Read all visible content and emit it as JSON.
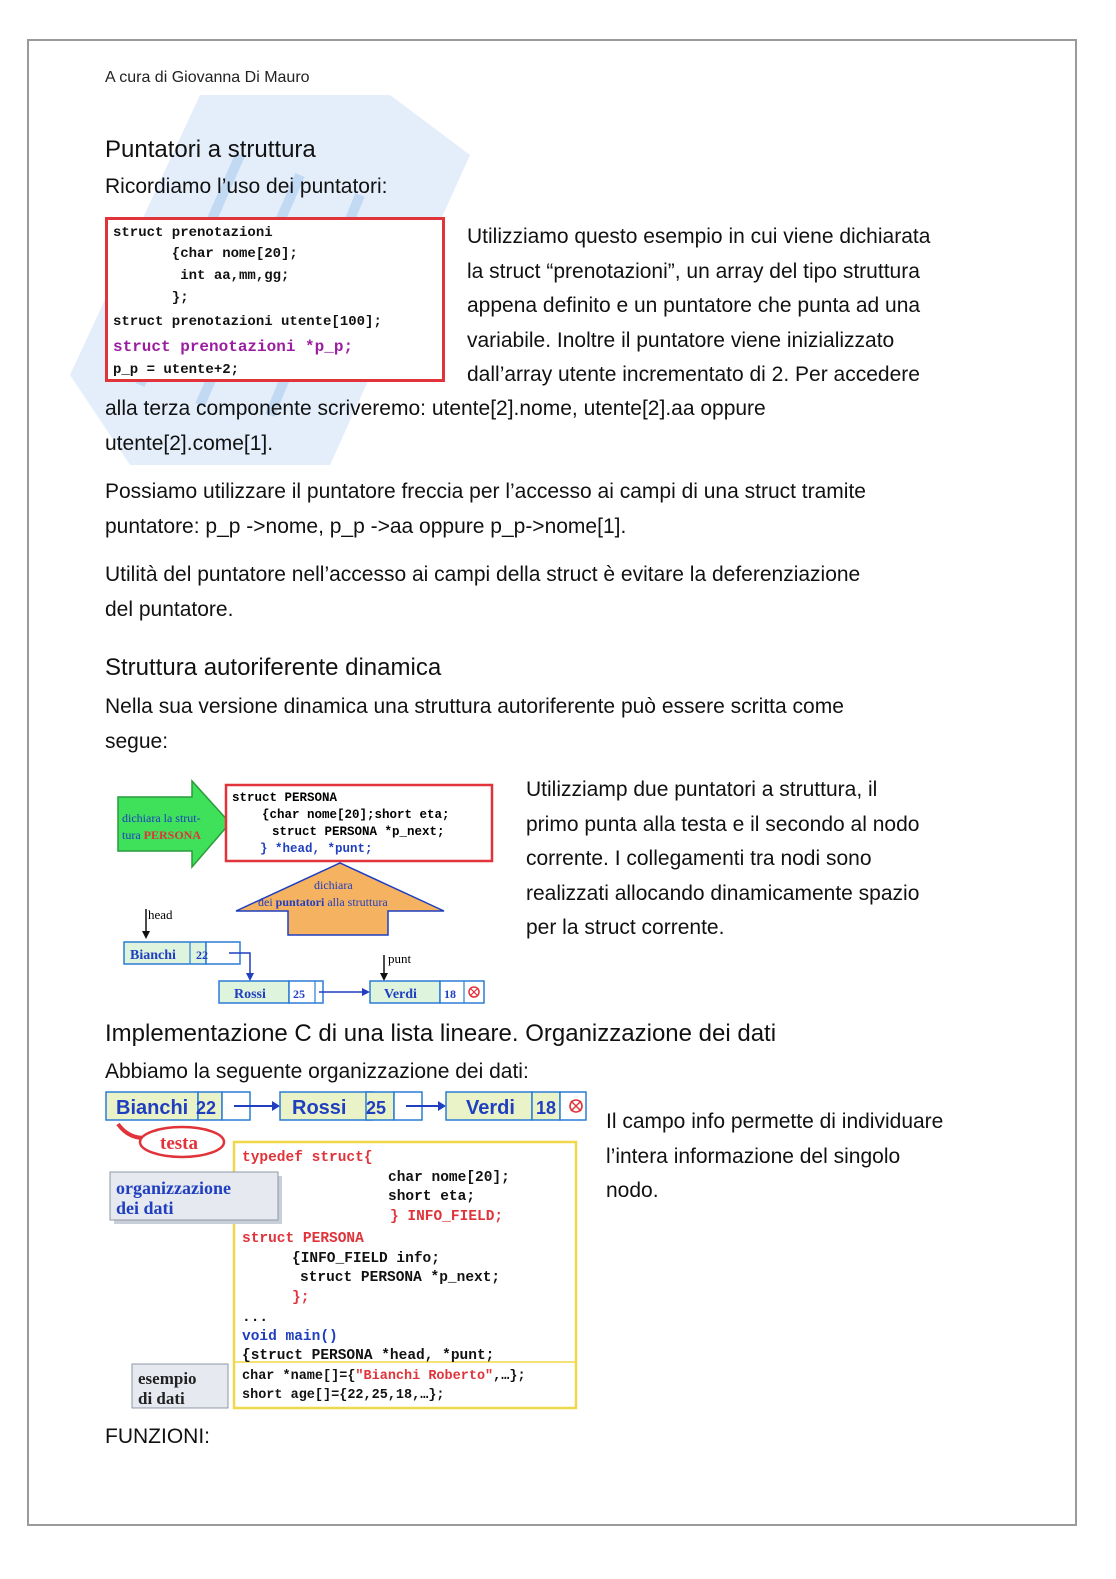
{
  "header": {
    "author": "A cura di Giovanna Di Mauro"
  },
  "section1": {
    "title": "Puntatori a struttura",
    "intro": "Ricordiamo l’uso dei puntatori:",
    "code": [
      "struct prenotazioni",
      "       {char nome[20];",
      "        int aa,mm,gg;",
      "       };",
      "struct prenotazioni utente[100];",
      "struct prenotazioni *p_p;",
      "p_p = utente+2;"
    ],
    "side_lines": [
      "Utilizziamo questo esempio in cui viene dichiarata",
      "la struct “prenotazioni”, un array del tipo struttura",
      "appena definito e un puntatore che punta ad una",
      "variabile. Inoltre il puntatore viene inizializzato",
      "dall’array utente incrementato di 2. Per accedere"
    ],
    "full_lines": [
      "alla terza componente scriveremo: utente[2].nome, utente[2].aa oppure",
      "utente[2].come[1]."
    ],
    "para2_lines": [
      "Possiamo utilizzare il puntatore freccia per l’accesso ai campi di una struct tramite",
      "puntatore: p_p ->nome, p_p ->aa oppure p_p->nome[1]."
    ],
    "para3_lines": [
      "Utilità del puntatore nell’accesso ai campi della struct è evitare la deferenziazione",
      "del puntatore."
    ]
  },
  "section2": {
    "title": "Struttura autoriferente dinamica",
    "intro_lines": [
      "Nella sua versione dinamica una struttura autoriferente può essere scritta come",
      "segue:"
    ],
    "side_lines": [
      "Utilizziamp due puntatori a struttura, il",
      "primo punta alla testa e il secondo al nodo",
      "corrente. I collegamenti tra nodi sono",
      "realizzati allocando dinamicamente spazio",
      "per la struct corrente."
    ],
    "diagram": {
      "arrow_label_1": "dichiara la strut-",
      "arrow_label_2a": "tura ",
      "arrow_label_2b": "PERSONA",
      "code": [
        "struct PERSONA",
        "  {char nome[20];short eta;",
        "   struct PERSONA *p_next;",
        "  } *head, *punt;"
      ],
      "up_label_1": "dichiara",
      "up_label_2a": "dei ",
      "up_label_2b": "puntatori",
      "up_label_2c": " alla struttura",
      "head_label": "head",
      "punt_label": "punt",
      "nodes": [
        {
          "name": "Bianchi",
          "age": "22"
        },
        {
          "name": "Rossi",
          "age": "25"
        },
        {
          "name": "Verdi",
          "age": "18"
        }
      ]
    }
  },
  "section3": {
    "title": "Implementazione C di una lista lineare. Organizzazione dei dati",
    "intro": "Abbiamo la seguente organizzazione dei dati:",
    "side_lines": [
      "Il campo info permette di individuare",
      "l’intera informazione del singolo",
      "nodo."
    ],
    "diagram": {
      "nodes": [
        {
          "name": "Bianchi",
          "age": "22"
        },
        {
          "name": "Rossi",
          "age": "25"
        },
        {
          "name": "Verdi",
          "age": "18"
        }
      ],
      "testa_label": "testa",
      "org_label_1": "organizzazione",
      "org_label_2": "dei dati",
      "esempio_label_1": "esempio",
      "esempio_label_2": "di dati",
      "code": {
        "l1": "typedef struct{",
        "l2": "char nome[20];",
        "l3": "short eta;",
        "l4": "} INFO_FIELD;",
        "l5": "struct PERSONA",
        "l6": "{INFO_FIELD info;",
        "l7": "struct PERSONA *p_next;",
        "l8": "};",
        "l9": "...",
        "l10": "void main()",
        "l11": "{struct PERSONA *head, *punt;",
        "l12a": "char *name[]={",
        "l12b": "\"Bianchi Roberto\"",
        "l12c": ",…};",
        "l13": "short  age[]={22,25,18,…};"
      }
    }
  },
  "footer_heading": "FUNZIONI:",
  "colors": {
    "red": "#e0333a",
    "purple": "#9b1ea0",
    "green": "#3fe05a",
    "orange": "#f5b260",
    "blue": "#1f3fc0",
    "yellow_border": "#f0d84a"
  }
}
